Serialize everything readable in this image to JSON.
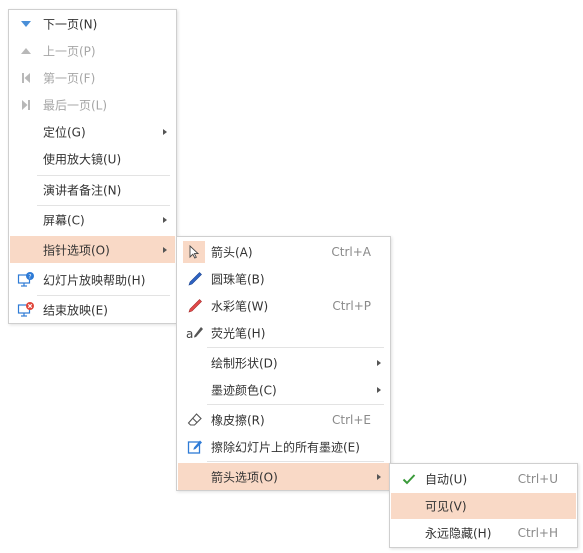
{
  "main_menu": {
    "items": [
      {
        "label": "下一页(N)",
        "icon": "triangle-down-icon"
      },
      {
        "label": "上一页(P)",
        "icon": "triangle-up-icon"
      },
      {
        "label": "第一页(F)",
        "icon": "first-page-icon"
      },
      {
        "label": "最后一页(L)",
        "icon": "last-page-icon"
      },
      {
        "label": "定位(G)"
      },
      {
        "label": "使用放大镜(U)"
      },
      {
        "label": "演讲者备注(N)"
      },
      {
        "label": "屏幕(C)"
      },
      {
        "label": "指针选项(O)"
      },
      {
        "label": "幻灯片放映帮助(H)",
        "icon": "slideshow-help-icon"
      },
      {
        "label": "结束放映(E)",
        "icon": "end-show-icon"
      }
    ]
  },
  "pointer_submenu": {
    "items": [
      {
        "label": "箭头(A)",
        "shortcut": "Ctrl+A",
        "icon": "arrow-pointer-icon"
      },
      {
        "label": "圆珠笔(B)",
        "icon": "ballpoint-pen-icon"
      },
      {
        "label": "水彩笔(W)",
        "shortcut": "Ctrl+P",
        "icon": "watercolor-pen-icon"
      },
      {
        "label": "荧光笔(H)",
        "icon": "highlighter-icon"
      },
      {
        "label": "绘制形状(D)"
      },
      {
        "label": "墨迹颜色(C)"
      },
      {
        "label": "橡皮擦(R)",
        "shortcut": "Ctrl+E",
        "icon": "eraser-icon"
      },
      {
        "label": "擦除幻灯片上的所有墨迹(E)",
        "icon": "erase-all-icon"
      },
      {
        "label": "箭头选项(O)"
      }
    ]
  },
  "arrow_options_submenu": {
    "items": [
      {
        "label": "自动(U)",
        "shortcut": "Ctrl+U",
        "icon": "checkmark-icon"
      },
      {
        "label": "可见(V)"
      },
      {
        "label": "永远隐藏(H)",
        "shortcut": "Ctrl+H"
      }
    ]
  },
  "colors": {
    "highlight": "#f9d9c6",
    "disabled_text": "#a6a6a6",
    "accent_blue": "#2e7bd6",
    "check_green": "#3a9a3a",
    "badge_red": "#e0453a"
  }
}
